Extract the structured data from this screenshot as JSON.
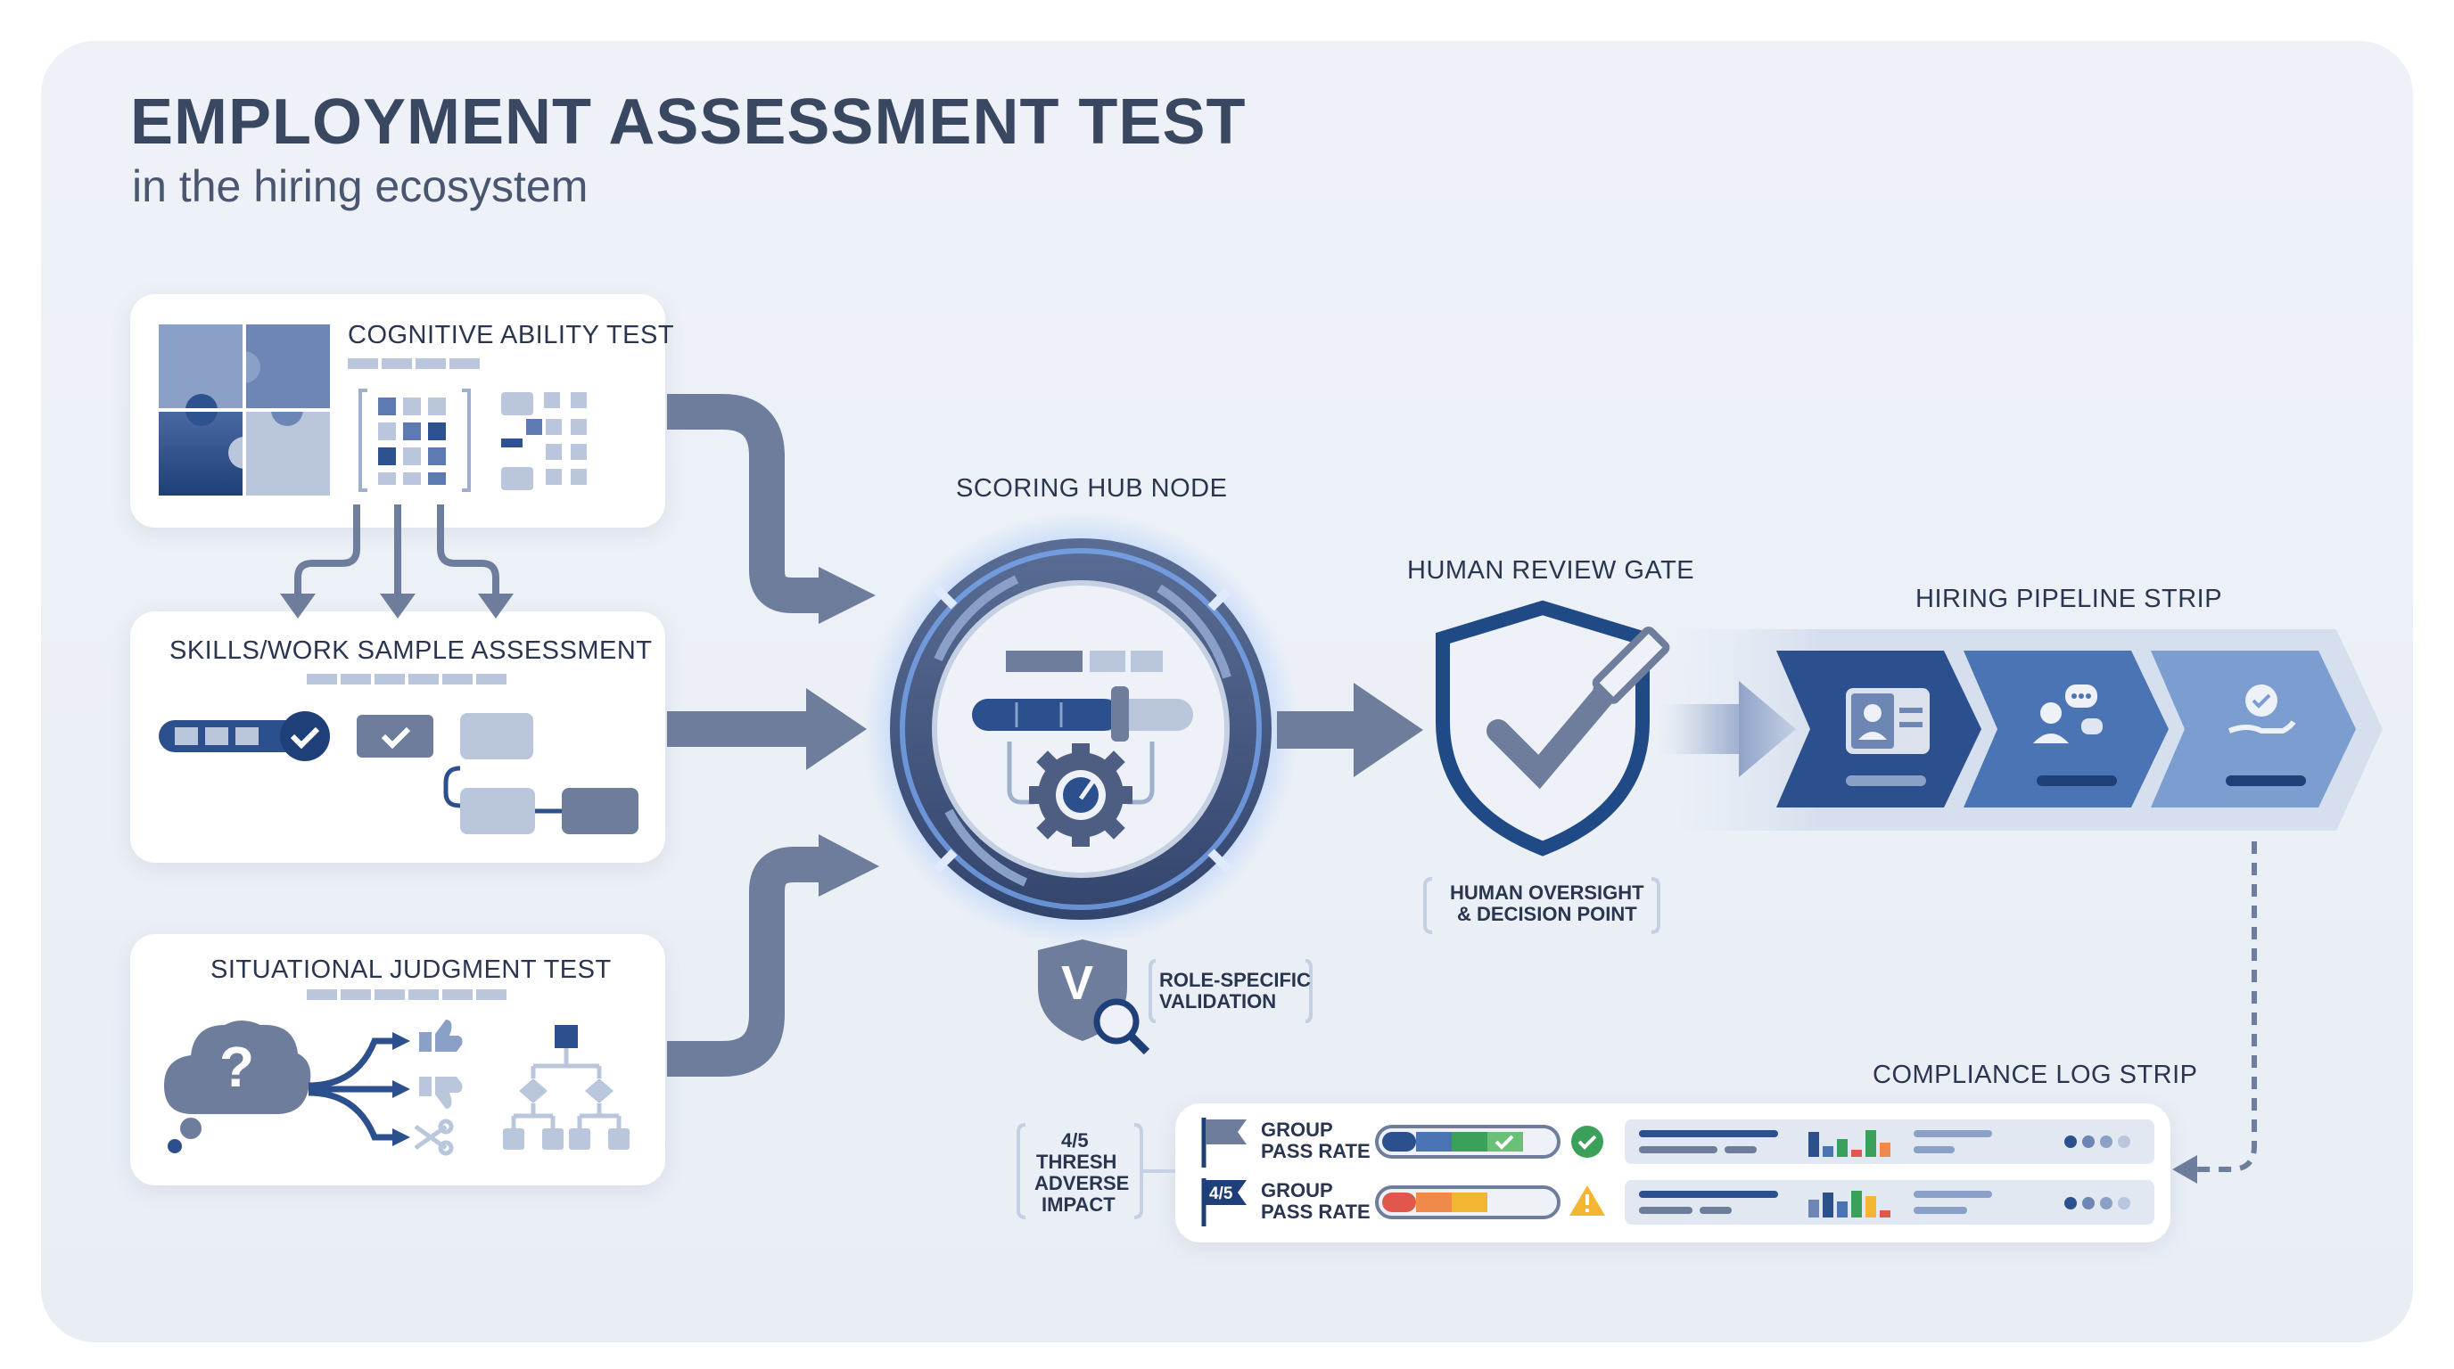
{
  "header": {
    "title": "EMPLOYMENT ASSESSMENT TEST",
    "subtitle": "in the hiring ecosystem"
  },
  "cards": {
    "cognitive": {
      "label": "COGNITIVE ABILITY TEST"
    },
    "skills": {
      "label": "SKILLS/WORK SAMPLE ASSESSMENT"
    },
    "situational": {
      "label": "SITUATIONAL JUDGMENT TEST",
      "question_mark": "?"
    }
  },
  "hub": {
    "label": "SCORING HUB NODE",
    "validation_label_line1": "ROLE-SPECIFIC",
    "validation_label_line2": "VALIDATION",
    "validation_letter": "V"
  },
  "gate": {
    "label": "HUMAN REVIEW GATE",
    "note_line1": "HUMAN OVERSIGHT",
    "note_line2": "& DECISION POINT"
  },
  "pipeline": {
    "label": "HIRING PIPELINE STRIP"
  },
  "compliance": {
    "label": "COMPLIANCE LOG STRIP",
    "threshold_line1": "4/5",
    "threshold_line2": "THRESH",
    "threshold_line3": "ADVERSE",
    "threshold_line4": "IMPACT",
    "rows": [
      {
        "label_line1": "GROUP",
        "label_line2": "PASS RATE",
        "flag_text": "",
        "status": "pass",
        "status_color": "#3aa05a"
      },
      {
        "label_line1": "GROUP",
        "label_line2": "PASS RATE",
        "flag_text": "4/5",
        "status": "warning",
        "status_color": "#f2b632"
      }
    ]
  },
  "colors": {
    "navy": "#1f4a85",
    "arrow": "#6e7d9c",
    "steel": "#5d7ab3",
    "light": "#b9c6dc",
    "green": "#3aa05a",
    "yellow": "#f2b632",
    "red": "#e2574c"
  }
}
